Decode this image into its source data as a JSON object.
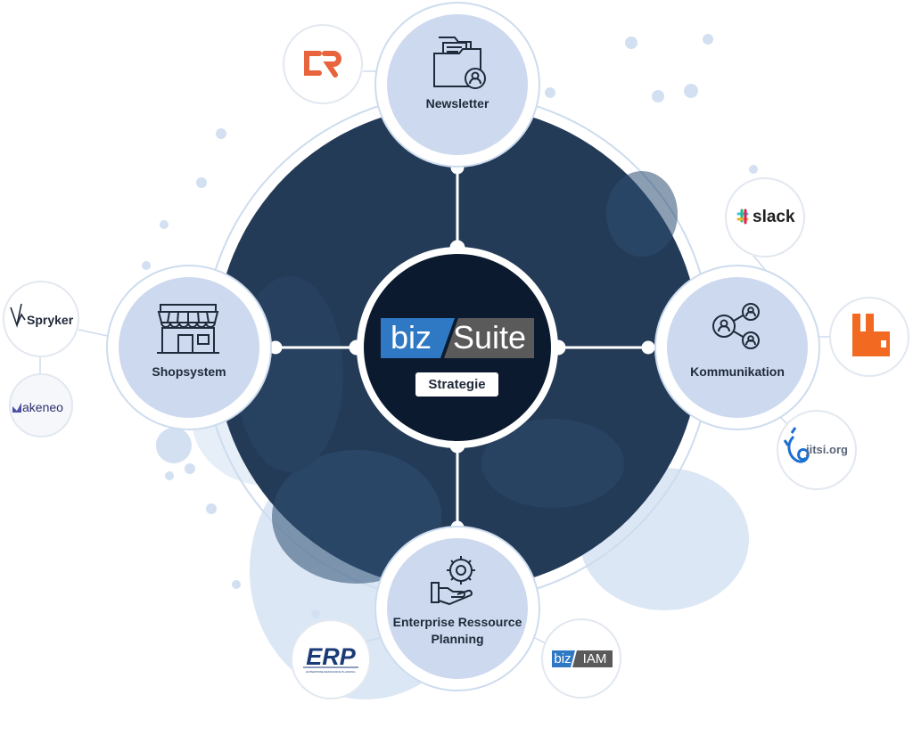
{
  "center": {
    "brand_prefix": "biz",
    "brand_name": "Suite",
    "badge": "Strategie"
  },
  "nodes": {
    "newsletter": {
      "label": "Newsletter",
      "icon": "newsletter-folder-icon"
    },
    "shopsystem": {
      "label": "Shopsystem",
      "icon": "storefront-icon"
    },
    "kommunikation": {
      "label": "Kommunikation",
      "icon": "network-users-icon"
    },
    "erp": {
      "label_line1": "Enterprise Ressource",
      "label_line2": "Planning",
      "icon": "hand-gear-icon"
    }
  },
  "logos": {
    "cr": {
      "icon": "cr-logo-icon"
    },
    "spryker": {
      "text": "Spryker",
      "icon": "spryker-logo-icon"
    },
    "akeneo": {
      "text": "akeneo",
      "icon": "akeneo-logo-icon"
    },
    "slack": {
      "text": "slack",
      "icon": "slack-logo-icon"
    },
    "rabbitmq": {
      "icon": "rabbitmq-logo-icon"
    },
    "jitsi": {
      "text": "jitsi.org",
      "icon": "jitsi-logo-icon"
    },
    "erp_logo": {
      "text": "ERP",
      "subtext": "ENTERPRISE RESSOURCE PLANNING",
      "icon": "erp-logo-icon"
    },
    "biziam": {
      "prefix": "biz",
      "text": "IAM",
      "icon": "biziam-logo-icon"
    }
  },
  "colors": {
    "navy": "#243b58",
    "center_dark": "#0b1a2e",
    "node_fill": "#cdd9ef",
    "light_blue": "#dbe7f5",
    "biz_blue": "#2f79c4",
    "gray": "#5a5a5a",
    "cr_orange": "#e8643c",
    "rabbit_orange": "#f26a21"
  }
}
